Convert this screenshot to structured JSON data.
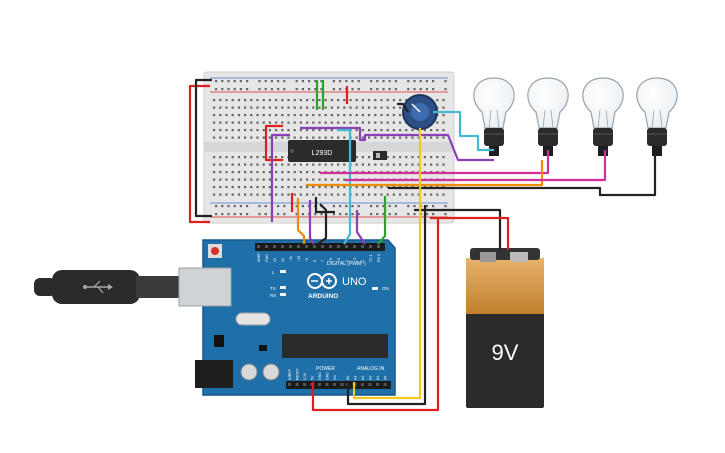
{
  "breadboard": {
    "chip_label": "L293D"
  },
  "arduino": {
    "brand": "ARDUINO",
    "model": "UNO",
    "digital_header": "DIGITAL (PWM~)",
    "power_header": "POWER",
    "analog_header": "ANALOG IN",
    "led_labels": [
      "L",
      "TX",
      "RX",
      "ON"
    ],
    "digital_pins": [
      "AREF",
      "GND",
      "13",
      "12",
      "~11",
      "~10",
      "~9",
      "8",
      "7",
      "~6",
      "~5",
      "4",
      "~3",
      "2",
      "TX 1",
      "RX 0"
    ],
    "power_pins": [
      "IOREF",
      "RESET",
      "3.3V",
      "5V",
      "GND",
      "GND",
      "Vin"
    ],
    "analog_pins": [
      "A0",
      "A1",
      "A2",
      "A3",
      "A4",
      "A5"
    ]
  },
  "battery": {
    "label": "9V"
  },
  "bulbs": {
    "count": 4
  },
  "colors": {
    "board_blue": "#1f6fa8",
    "wire_red": "#e02020",
    "wire_black": "#222222",
    "wire_green": "#2aa52a",
    "wire_orange": "#f08a00",
    "wire_purple": "#8a3fb5",
    "wire_cyan": "#46b8d0",
    "wire_yellow": "#f2c81e",
    "wire_magenta": "#d0309a",
    "battery_orange": "#c98a3c",
    "battery_black": "#2b2b2b"
  }
}
